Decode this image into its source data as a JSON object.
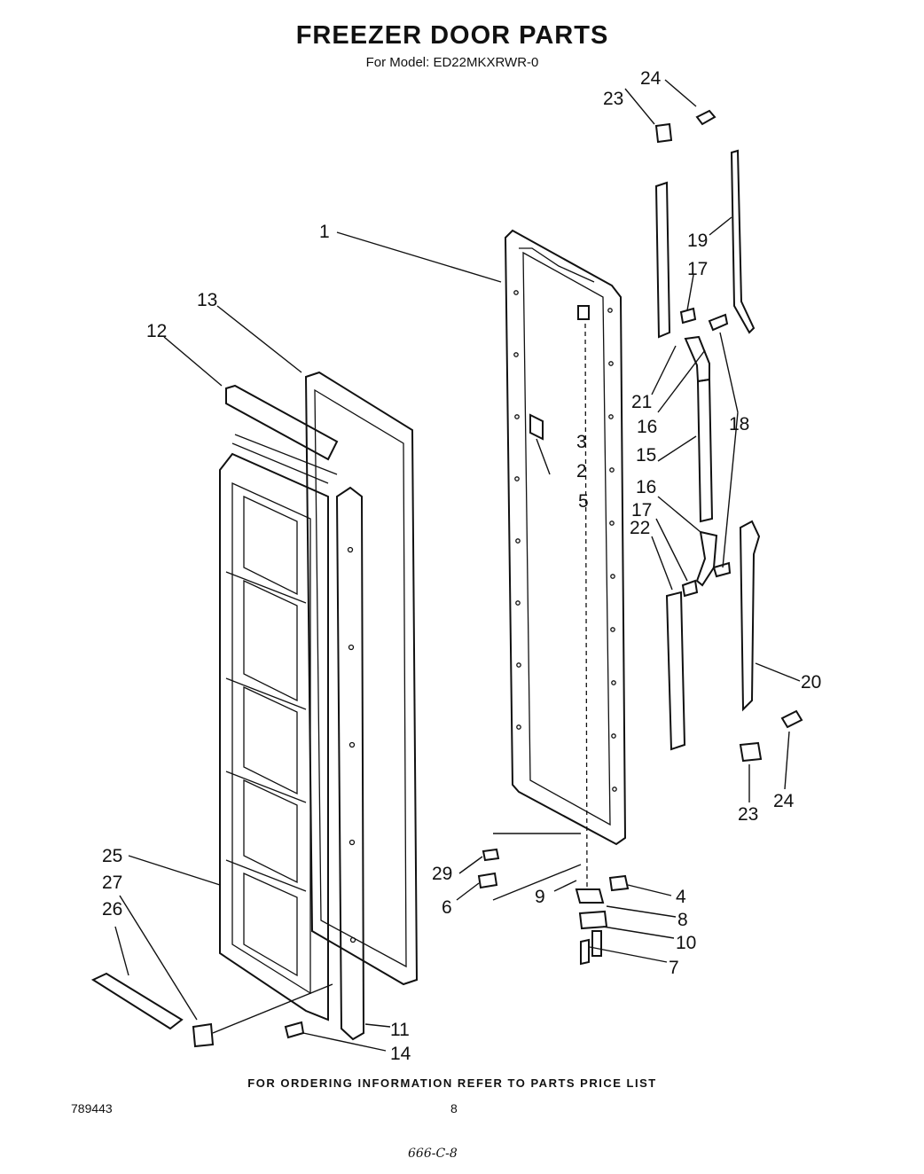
{
  "header": {
    "title": "FREEZER DOOR PARTS",
    "subtitle": "For Model: ED22MKXRWR-0"
  },
  "callouts": {
    "c1": "1",
    "c2": "2",
    "c3": "3",
    "c4": "4",
    "c5": "5",
    "c6": "6",
    "c7": "7",
    "c8": "8",
    "c9": "9",
    "c10": "10",
    "c11": "11",
    "c12": "12",
    "c13": "13",
    "c14": "14",
    "c15": "15",
    "c16": "16",
    "c17": "17",
    "c18": "18",
    "c19": "19",
    "c20": "20",
    "c21": "21",
    "c22": "22",
    "c23": "23",
    "c24": "24",
    "c25": "25",
    "c26": "26",
    "c27": "27",
    "c29": "29"
  },
  "footer": {
    "note": "FOR ORDERING INFORMATION REFER TO PARTS PRICE LIST",
    "doc_number": "789443",
    "page_number": "8",
    "handwritten": "666-C-8"
  }
}
